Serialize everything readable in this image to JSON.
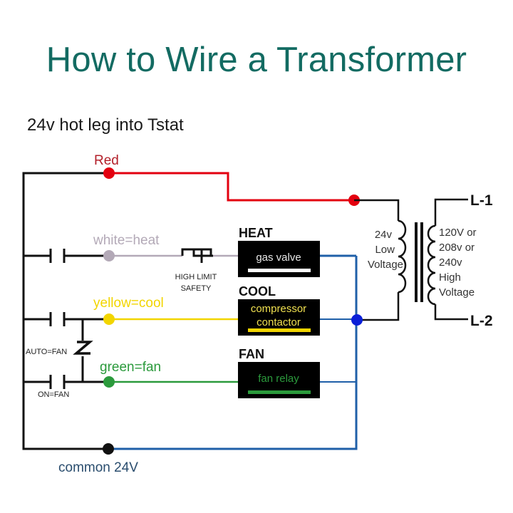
{
  "title": "How to Wire a Transformer",
  "subtitle": "24v hot leg into Tstat",
  "colors": {
    "title": "#136b62",
    "red": "#e3000f",
    "white_wire": "#b3a9b7",
    "yellow": "#f2d500",
    "green": "#2b9a3c",
    "common_blue": "#1f5fa8",
    "junction_blue": "#0a1fd8",
    "black": "#111111"
  },
  "wires": {
    "red": "Red",
    "white": "white=heat",
    "yellow": "yellow=cool",
    "green": "green=fan",
    "common": "common 24V"
  },
  "switches": {
    "high_limit_line1": "HIGH LIMIT",
    "high_limit_line2": "SAFETY",
    "auto_fan": "AUTO=FAN",
    "on_fan": "ON=FAN"
  },
  "loads": [
    {
      "header": "HEAT",
      "line1": "gas valve",
      "line2": "",
      "text_color": "#e8e8e8",
      "bar_color": "#ffffff"
    },
    {
      "header": "COOL",
      "line1": "compressor",
      "line2": "contactor",
      "text_color": "#f0e050",
      "bar_color": "#f2d500"
    },
    {
      "header": "FAN",
      "line1": "fan relay",
      "line2": "",
      "text_color": "#2b9a3c",
      "bar_color": "#2b9a3c"
    }
  ],
  "transformer": {
    "low_side": [
      "24v",
      "Low",
      "Voltage"
    ],
    "high_side": [
      "120V or",
      "208v or",
      "240v",
      "High",
      "Voltage"
    ],
    "terminal_top": "L-1",
    "terminal_bottom": "L-2"
  }
}
